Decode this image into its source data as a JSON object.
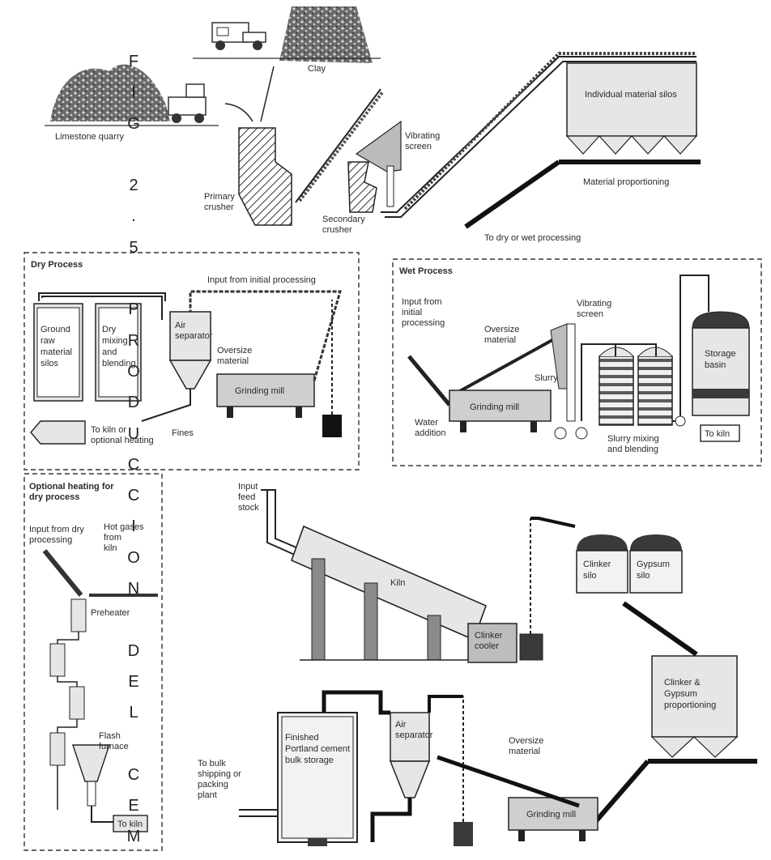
{
  "title_vertical": "FIG 2.5 PRODUCCION DEL CEM",
  "colors": {
    "ink": "#2a2a2a",
    "pile": "#4d4d4d",
    "light_fill": "#e6e6e6",
    "mid_fill": "#cfcfcf",
    "dark_fill": "#3a3a3a"
  },
  "top": {
    "clay": "Clay",
    "limestone_quarry": "Limestone quarry",
    "primary_crusher_l1": "Primary",
    "primary_crusher_l2": "crusher",
    "secondary_crusher_l1": "Secondary",
    "secondary_crusher_l2": "crusher",
    "vibrating_screen_l1": "Vibrating",
    "vibrating_screen_l2": "screen",
    "individual_silos": "Individual material silos",
    "material_proportioning": "Material proportioning",
    "to_processing": "To dry or wet processing"
  },
  "dry": {
    "title": "Dry Process",
    "input": "Input from initial processing",
    "ground_silos": [
      "Ground",
      "raw",
      "material",
      "silos"
    ],
    "dry_mixing": [
      "Dry",
      "mixing",
      "and",
      "blending"
    ],
    "air_separator": [
      "Air",
      "separator"
    ],
    "oversize": [
      "Oversize",
      "material"
    ],
    "grinding_mill": "Grinding mill",
    "fines": "Fines",
    "to_kiln": [
      "To kiln or",
      "optional heating"
    ]
  },
  "wet": {
    "title": "Wet Process",
    "input": [
      "Input from",
      "initial",
      "processing"
    ],
    "oversize": [
      "Oversize",
      "material"
    ],
    "vibrating_screen": [
      "Vibrating",
      "screen"
    ],
    "slurry": "Slurry",
    "grinding_mill": "Grinding mill",
    "water_addition": [
      "Water",
      "addition"
    ],
    "slurry_mixing": [
      "Slurry mixing",
      "and blending"
    ],
    "storage_basin": [
      "Storage",
      "basin"
    ],
    "to_kiln": "To kiln"
  },
  "heating": {
    "title": [
      "Optional heating for",
      "dry process"
    ],
    "input": [
      "Input from dry",
      "processing"
    ],
    "hot_gases": [
      "Hot gases",
      "from",
      "kiln"
    ],
    "preheater": "Preheater",
    "flash_furnace": [
      "Flash",
      "furnace"
    ],
    "to_kiln": "To kiln"
  },
  "kiln": {
    "input_feed": [
      "Input",
      "feed",
      "stock"
    ],
    "kiln": "Kiln",
    "clinker_cooler": [
      "Clinker",
      "cooler"
    ],
    "clinker_silo": [
      "Clinker",
      "silo"
    ],
    "gypsum_silo": [
      "Gypsum",
      "silo"
    ],
    "proportioning": [
      "Clinker &",
      "Gypsum",
      "proportioning"
    ]
  },
  "finish": {
    "storage": [
      "Finished",
      "Portland cement",
      "bulk storage"
    ],
    "air_separator": [
      "Air",
      "separator"
    ],
    "oversize": [
      "Oversize",
      "material"
    ],
    "grinding_mill": "Grinding mill",
    "to_bulk": [
      "To bulk",
      "shipping or",
      "packing",
      "plant"
    ]
  }
}
